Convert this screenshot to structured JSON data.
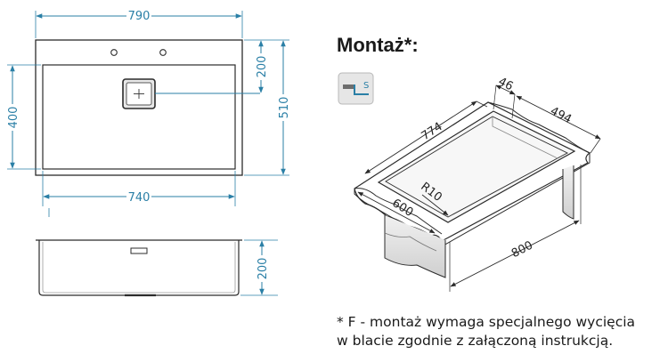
{
  "heading": "Montaż*:",
  "icon_letter": "S",
  "footnote": {
    "line1": "* F - montaż wymaga specjalnego wycięcia",
    "line2": "w blacie zgodnie z załączoną instrukcją."
  },
  "top_view": {
    "overall_width": "790",
    "bowl_width": "740",
    "overall_depth": "510",
    "bowl_depth": "400",
    "rear_deck": "200"
  },
  "front_view": {
    "bowl_height": "200"
  },
  "install": {
    "length": "774",
    "flange": "46",
    "cut_depth": "494",
    "countertop_depth": "600",
    "corner_radius": "R10",
    "cabinet_width": "800"
  },
  "colors": {
    "dimension": "#2a7fa6",
    "outline": "#2b2b2b"
  }
}
